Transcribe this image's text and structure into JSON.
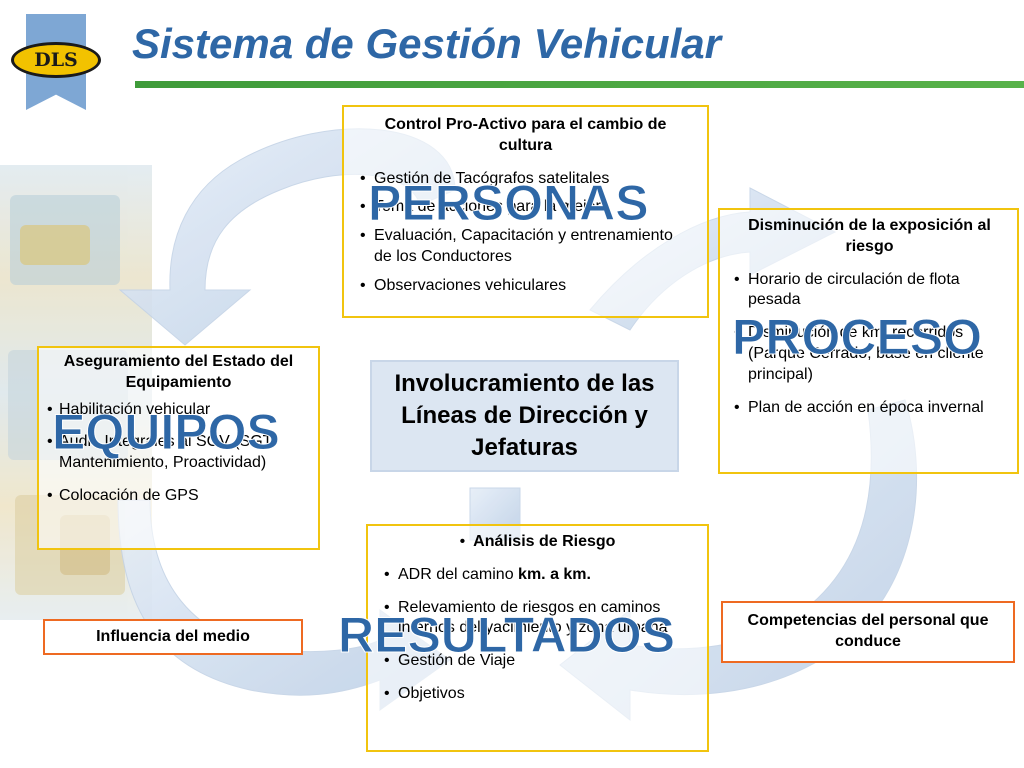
{
  "title": "Sistema de Gestión Vehicular",
  "logo": {
    "text": "DLS"
  },
  "colors": {
    "title": "#2e67a6",
    "rule": "#3f9b3a",
    "box_border": "#f1c40f",
    "accent_border": "#ee6a22",
    "center_fill": "#dce6f2"
  },
  "big_labels": {
    "personas": "PERSONAS",
    "proceso": "PROCESO",
    "equipos": "EQUIPOS",
    "resultados": "RESULTADOS"
  },
  "personas": {
    "title": "Control Pro-Activo para el cambio de cultura",
    "items": [
      "Gestión de Tacógrafos satelitales",
      "Toma de acciones para la mejora",
      "Evaluación, Capacitación y entrenamiento de los Conductores",
      "Observaciones vehiculares"
    ]
  },
  "proceso": {
    "title": "Disminución de la exposición al riesgo",
    "items": [
      "Horario de circulación de flota pesada",
      "Disminución de km. recorridos (Parque Cerrado, base en cliente principal)",
      "Plan de acción en época invernal"
    ]
  },
  "equipos": {
    "title": "Aseguramiento del Estado del Equipamiento",
    "items": [
      "Habilitación vehicular",
      "Audit. Integrales al SGV (SGT, Mantenimiento, Proactividad)",
      "Colocación de GPS"
    ]
  },
  "center": {
    "text": "Involucramiento de las Líneas de Dirección y Jefaturas"
  },
  "resultados": {
    "items": [
      {
        "text": "Análisis de Riesgo",
        "bold": ""
      },
      {
        "text": "ADR del camino ",
        "bold": "km. a km."
      },
      {
        "text": "Relevamiento de riesgos en caminos internos del yacimiento y zona urbana",
        "bold": ""
      },
      {
        "text": "Gestión de Viaje",
        "bold": ""
      },
      {
        "text": "Objetivos",
        "bold": ""
      }
    ]
  },
  "influencia": "Influencia del medio",
  "competencias": "Competencias del personal que conduce"
}
